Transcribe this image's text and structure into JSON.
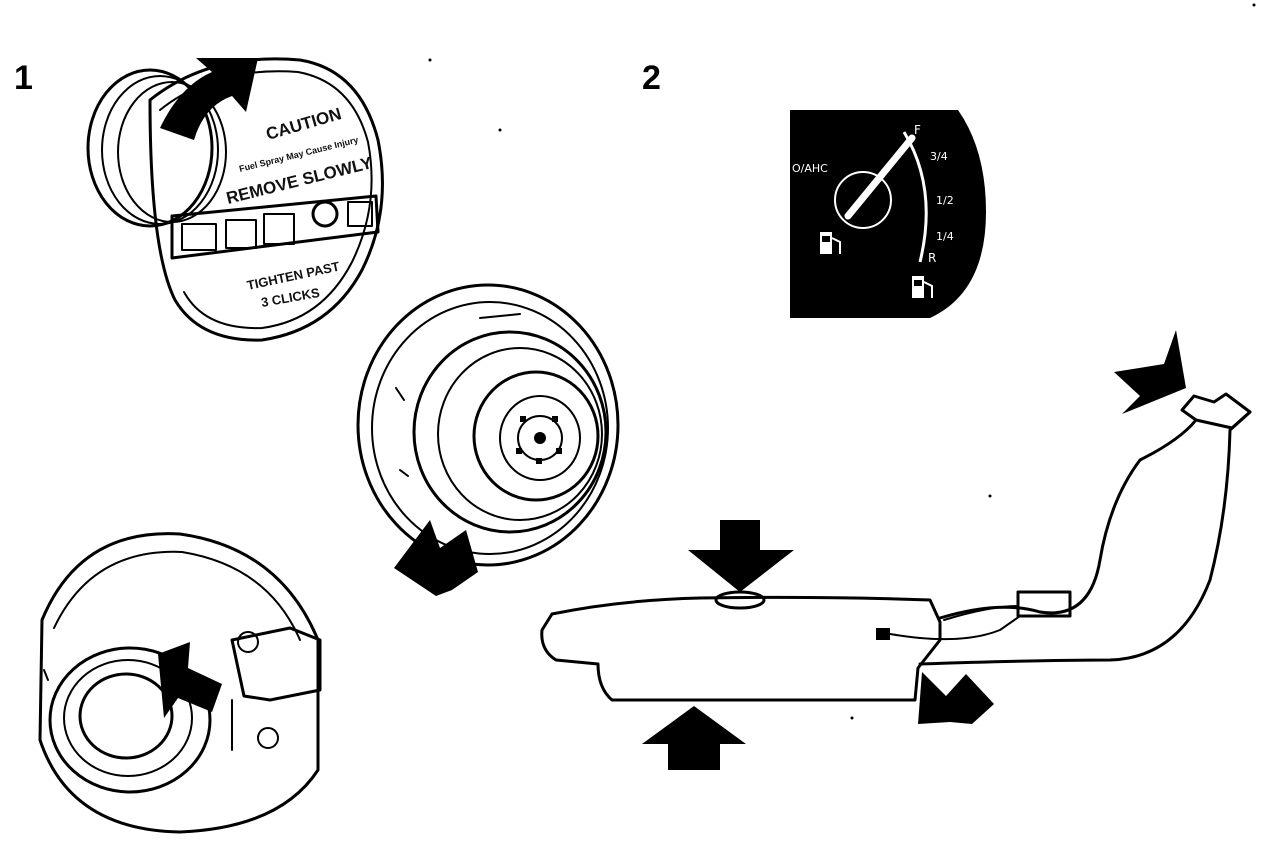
{
  "steps": [
    {
      "number": "1"
    },
    {
      "number": "2"
    }
  ],
  "fuel_cap": {
    "caution": "CAUTION",
    "warning_small": "Fuel Spray May Cause Injury",
    "remove": "REMOVE SLOWLY",
    "tighten_line1": "TIGHTEN PAST",
    "tighten_line2": "3 CLICKS"
  },
  "fuel_gauge": {
    "mark_full": "F",
    "mark_three_quarter": "3/4",
    "mark_half": "1/2",
    "mark_quarter": "1/4",
    "mark_reserve": "R",
    "side_label": "O/AHC"
  },
  "icons": [
    "fuel-pump-icon",
    "arrow-icon"
  ]
}
